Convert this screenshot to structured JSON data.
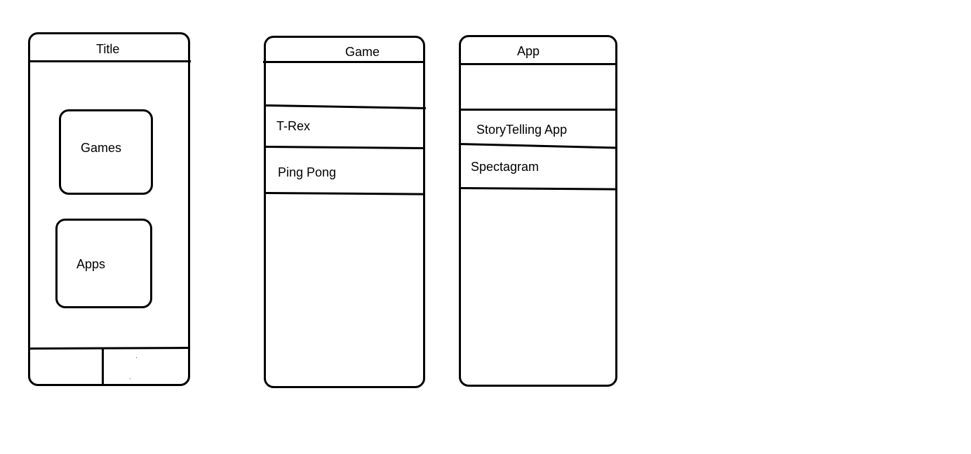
{
  "home_screen": {
    "title": "Title",
    "games_button": "Games",
    "apps_button": "Apps"
  },
  "game_screen": {
    "title": "Game",
    "items": [
      "T-Rex",
      "Ping Pong"
    ]
  },
  "app_screen": {
    "title": "App",
    "items": [
      "StoryTelling App",
      "Spectagram"
    ]
  }
}
